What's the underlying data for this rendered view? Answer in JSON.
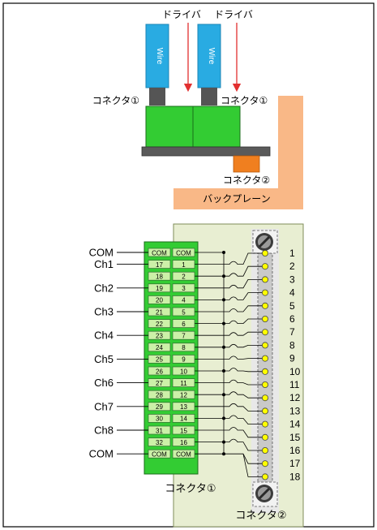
{
  "top": {
    "wire_label": "Wire",
    "driver_label": "ドライバ",
    "connector1_label": "コネクタ①",
    "connector2_label": "コネクタ②",
    "backplane_label": "バックプレーン"
  },
  "bottom": {
    "com_label": "COM",
    "channels": [
      "Ch1",
      "Ch2",
      "Ch3",
      "Ch4",
      "Ch5",
      "Ch6",
      "Ch7",
      "Ch8"
    ],
    "pin_com": "COM",
    "left_pins": [
      "17",
      "18",
      "19",
      "20",
      "21",
      "22",
      "23",
      "24",
      "25",
      "26",
      "27",
      "28",
      "29",
      "30",
      "31",
      "32"
    ],
    "right_pins": [
      "1",
      "2",
      "3",
      "4",
      "5",
      "6",
      "7",
      "8",
      "9",
      "10",
      "11",
      "12",
      "13",
      "14",
      "15",
      "16"
    ],
    "terminal_numbers": [
      "1",
      "2",
      "3",
      "4",
      "5",
      "6",
      "7",
      "8",
      "9",
      "10",
      "11",
      "12",
      "13",
      "14",
      "15",
      "16",
      "17",
      "18"
    ],
    "connector1_label": "コネクタ①",
    "connector2_label": "コネクタ②"
  },
  "colors": {
    "wire_cable": "#29abe2",
    "connector_green": "#33cc33",
    "pin_green": "#ccf0a8",
    "backplane": "#f9b887",
    "connector2_orange": "#f07f1f",
    "terminal_board": "#e8eed2",
    "arrow_red": "#e23030",
    "terminal_yellow": "#ffff00"
  }
}
